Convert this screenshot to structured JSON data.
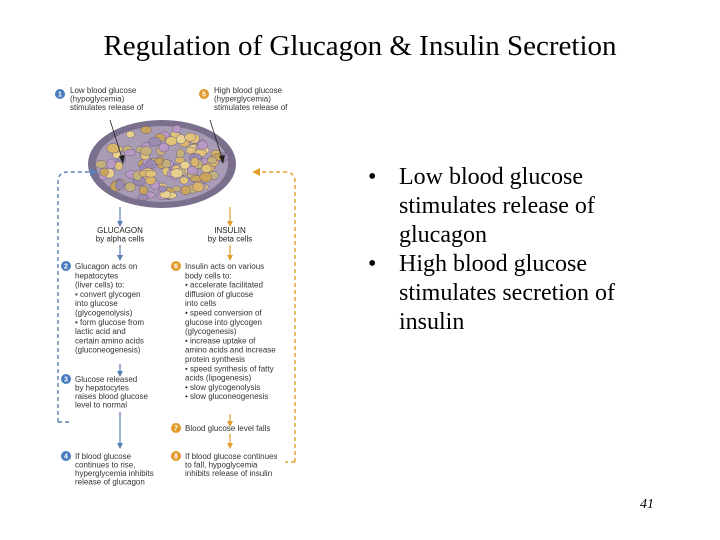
{
  "slide": {
    "title": "Regulation of Glucagon & Insulin Secretion",
    "page_number": "41"
  },
  "bullets": [
    {
      "bullet": "•",
      "text": "Low blood glucose stimulates release of glucagon"
    },
    {
      "bullet": "•",
      "text": "High blood glucose stimulates secretion of insulin"
    }
  ],
  "figure": {
    "colors": {
      "glucagon_arrow": "#5b7fb3",
      "insulin_arrow": "#e3a02f",
      "step_circle_blue": "#4a7dbf",
      "step_circle_orange": "#e09a2a"
    },
    "step1": {
      "num": "1",
      "lines": [
        "Low blood glucose",
        "(hypoglycemia)",
        "stimulates release of"
      ]
    },
    "step5": {
      "num": "5",
      "lines": [
        "High blood glucose",
        "(hyperglycemia)",
        "stimulates release of"
      ]
    },
    "glucagon_label": [
      "GLUCAGON",
      "by alpha cells"
    ],
    "insulin_label": [
      "INSULIN",
      "by beta cells"
    ],
    "step2": {
      "num": "2",
      "lines": [
        "Glucagon acts on",
        "hepatocytes",
        "(liver cells) to:",
        "• convert glycogen",
        "into glucose",
        "(glycogenolysis)",
        "• form glucose from",
        "lactic acid and",
        "certain amino acids",
        "(gluconeogenesis)"
      ]
    },
    "step6": {
      "num": "6",
      "lines": [
        "Insulin acts on various",
        "body cells to:",
        "• accelerate facilitated",
        "diffusion of glucose",
        "into cells",
        "• speed conversion of",
        "glucose into glycogen",
        "(glycogenesis)",
        "• increase uptake of",
        "amino acids and increase",
        "protein synthesis",
        "• speed synthesis of fatty",
        "acids (lipogenesis)",
        "• slow glycogenolysis",
        "• slow gluconeogenesis"
      ]
    },
    "step3": {
      "num": "3",
      "lines": [
        "Glucose released",
        "by hepatocytes",
        "raises blood glucose",
        "level to normal"
      ]
    },
    "step7": {
      "num": "7",
      "lines": [
        "Blood glucose level falls"
      ]
    },
    "step4": {
      "num": "4",
      "lines": [
        "If blood glucose",
        "continues to rise,",
        "hyperglycemia inhibits",
        "release of glucagon"
      ]
    },
    "step8": {
      "num": "8",
      "lines": [
        "If blood glucose continues",
        "to fall, hypoglycemia",
        "inhibits release of insulin"
      ]
    }
  }
}
